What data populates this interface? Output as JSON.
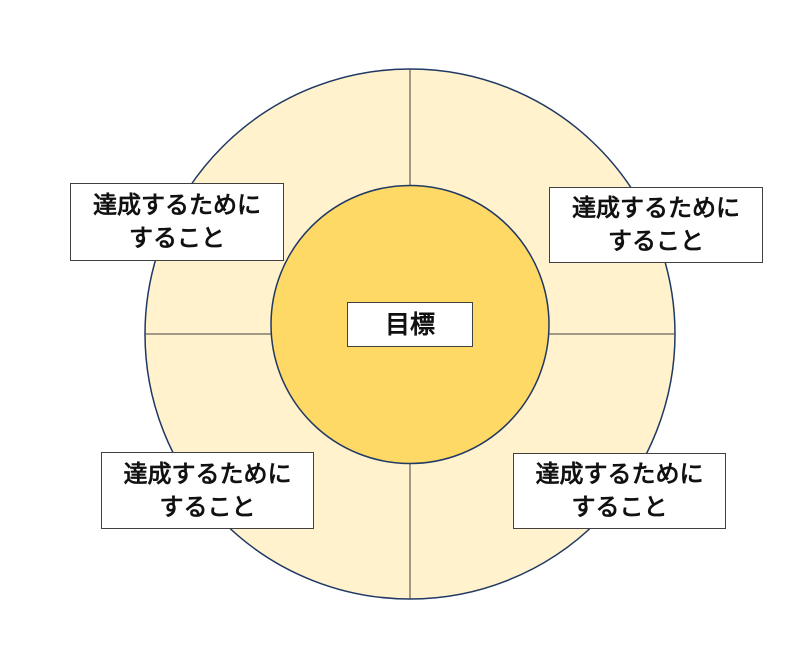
{
  "colors": {
    "outer_fill": "#FFF2CC",
    "inner_fill": "#FFD966",
    "stroke": "#1F3864"
  },
  "goal": {
    "label": "目標"
  },
  "actions": [
    {
      "line1": "達成するために",
      "line2": "すること"
    },
    {
      "line1": "達成するために",
      "line2": "すること"
    },
    {
      "line1": "達成するために",
      "line2": "すること"
    },
    {
      "line1": "達成するために",
      "line2": "すること"
    }
  ]
}
